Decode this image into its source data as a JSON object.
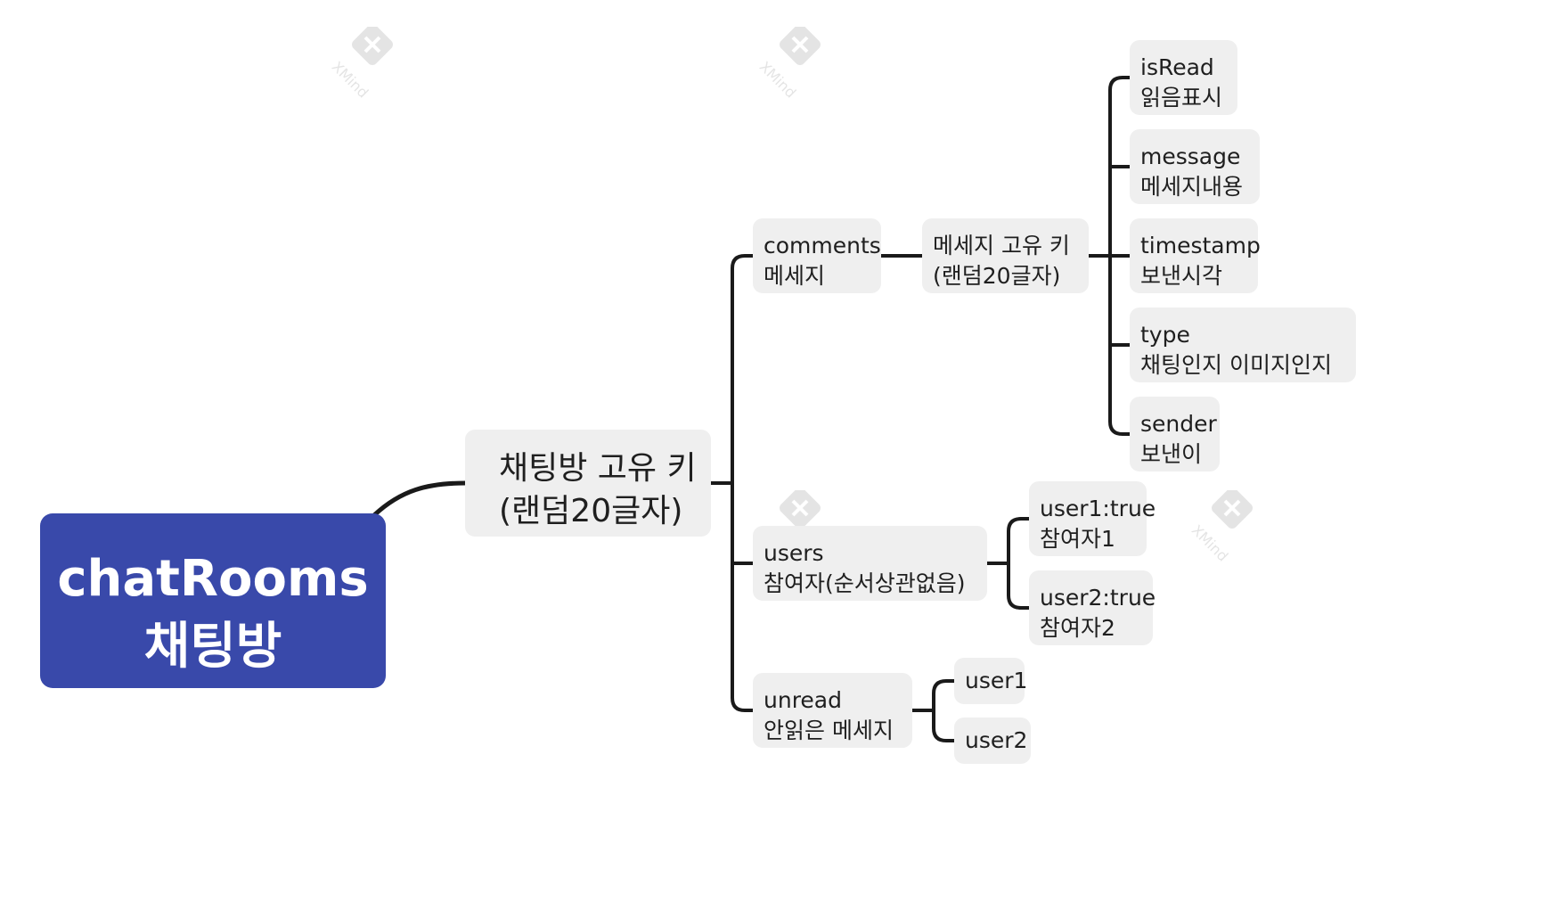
{
  "root": {
    "line1": "chatRooms",
    "line2": "채팅방",
    "color": "#3949aa"
  },
  "room_key": {
    "line1": "채팅방 고유 키",
    "line2": "(랜덤20글자)"
  },
  "comments": {
    "line1": "comments",
    "line2": "메세지"
  },
  "message_key": {
    "line1": "메세지 고유 키",
    "line2": "(랜덤20글자)"
  },
  "fields": {
    "isRead": {
      "line1": "isRead",
      "line2": "읽음표시"
    },
    "message": {
      "line1": "message",
      "line2": "메세지내용"
    },
    "timestamp": {
      "line1": "timestamp",
      "line2": "보낸시각"
    },
    "type": {
      "line1": "type",
      "line2": "채팅인지 이미지인지"
    },
    "sender": {
      "line1": "sender",
      "line2": "보낸이"
    }
  },
  "users": {
    "line1": "users",
    "line2": "참여자(순서상관없음)"
  },
  "user1": {
    "line1": "user1:true",
    "line2": "참여자1"
  },
  "user2": {
    "line1": "user2:true",
    "line2": "참여자2"
  },
  "unread": {
    "line1": "unread",
    "line2": "안읽은 메세지"
  },
  "unread_user1": {
    "label": "user1"
  },
  "unread_user2": {
    "label": "user2"
  },
  "watermark_text": "XMind",
  "colors": {
    "node_bg": "#efefef",
    "line": "#1a1a1a",
    "root_bg": "#3949aa"
  }
}
